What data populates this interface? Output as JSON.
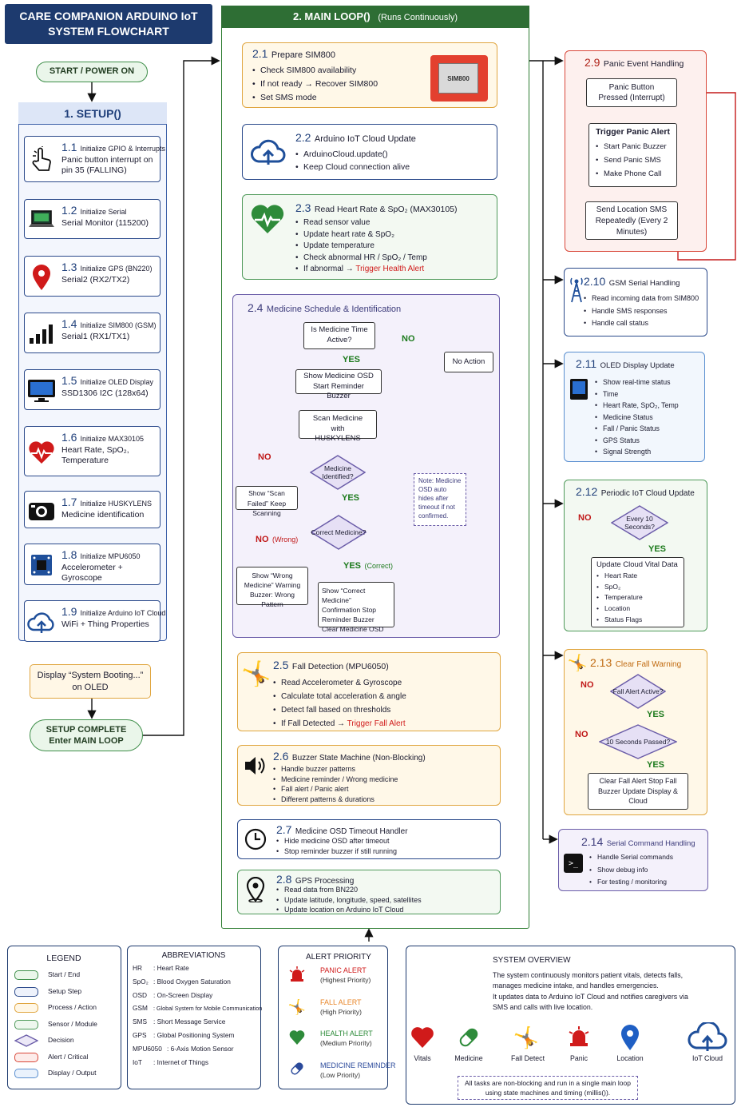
{
  "title": {
    "line1": "CARE COMPANION ARDUINO IoT",
    "line2": "SYSTEM FLOWCHART"
  },
  "start": "START / POWER ON",
  "setup": {
    "title": "1.  SETUP()",
    "steps": [
      {
        "num": "1.1",
        "head": "Initialize GPIO & Interrupts",
        "body": "Panic button interrupt on pin 35 (FALLING)"
      },
      {
        "num": "1.2",
        "head": "Initialize Serial",
        "body": "Serial Monitor (115200)"
      },
      {
        "num": "1.3",
        "head": "Initialize GPS (BN220)",
        "body": "Serial2 (RX2/TX2)"
      },
      {
        "num": "1.4",
        "head": "Initialize SIM800 (GSM)",
        "body": "Serial1 (RX1/TX1)"
      },
      {
        "num": "1.5",
        "head": "Initialize OLED Display",
        "body": "SSD1306 I2C (128x64)"
      },
      {
        "num": "1.6",
        "head": "Initialize MAX30105",
        "body": "Heart Rate, SpO₂, Temperature"
      },
      {
        "num": "1.7",
        "head": "Initialize HUSKYLENS",
        "body": "Medicine identification"
      },
      {
        "num": "1.8",
        "head": "Initialize MPU6050",
        "body": "Accelerometer + Gyroscope"
      },
      {
        "num": "1.9",
        "head": "Initialize Arduino IoT Cloud",
        "body": "WiFi + Thing Properties"
      }
    ],
    "booting": "Display “System Booting...” on OLED",
    "complete": "SETUP COMPLETE Enter MAIN LOOP"
  },
  "main": {
    "title": "2. MAIN LOOP()",
    "subtitle": "(Runs Continuously)",
    "s21": {
      "num": "2.1",
      "head": "Prepare SIM800",
      "items": [
        "Check SIM800 availability",
        "If not ready → Recover SIM800",
        "Set SMS mode"
      ],
      "chip": "SIM800"
    },
    "s22": {
      "num": "2.2",
      "head": "Arduino IoT Cloud Update",
      "items": [
        "ArduinoCloud.update()",
        "Keep Cloud connection alive"
      ]
    },
    "s23": {
      "num": "2.3",
      "head": "Read Heart Rate & SpO₂ (MAX30105)",
      "items": [
        "Read sensor value",
        "Update heart rate & SpO₂",
        "Update temperature",
        "Check abnormal HR / SpO₂ / Temp"
      ],
      "alert_pre": "If abnormal →",
      "alert": "Trigger Health Alert"
    },
    "s24": {
      "num": "2.4",
      "head": "Medicine Schedule & Identification",
      "q1": "Is Medicine Time Active?",
      "yes": "YES",
      "no": "NO",
      "no_action": "No Action",
      "show_osd": "Show Medicine OSD Start Reminder Buzzer",
      "scan": "Scan Medicine with HUSKYLENS",
      "q2": "Medicine Identified?",
      "scan_failed": "Show “Scan Failed” Keep Scanning",
      "note": "Note: Medicine OSD auto hides after timeout if not confirmed.",
      "q3": "Correct Medicine?",
      "no_wrong": "NO",
      "wrong_tag": "(Wrong)",
      "yes_correct": "YES",
      "correct_tag": "(Correct)",
      "wrong": "Show “Wrong Medicine” Warning Buzzer: Wrong Pattern",
      "correct": "Show “Correct Medicine” Confirmation Stop Reminder Buzzer Clear Medicine OSD"
    },
    "s25": {
      "num": "2.5",
      "head": "Fall Detection (MPU6050)",
      "items": [
        "Read Accelerometer & Gyroscope",
        "Calculate total acceleration & angle",
        "Detect fall based on thresholds"
      ],
      "alert_pre": "If Fall Detected →",
      "alert": "Trigger Fall Alert"
    },
    "s26": {
      "num": "2.6",
      "head": "Buzzer State Machine (Non-Blocking)",
      "items": [
        "Handle buzzer patterns",
        "Medicine reminder / Wrong medicine",
        "Fall alert / Panic alert",
        "Different patterns & durations"
      ]
    },
    "s27": {
      "num": "2.7",
      "head": "Medicine OSD Timeout Handler",
      "items": [
        "Hide medicine OSD after timeout",
        "Stop reminder buzzer if still running"
      ]
    },
    "s28": {
      "num": "2.8",
      "head": "GPS Processing",
      "items": [
        "Read data from BN220",
        "Update latitude, longitude, speed, satellites",
        "Update location on Arduino IoT Cloud"
      ]
    }
  },
  "right": {
    "s29": {
      "num": "2.9",
      "head": "Panic Event Handling",
      "b1": "Panic Button Pressed (Interrupt)",
      "b2_head": "Trigger Panic Alert",
      "b2_items": [
        "Start Panic Buzzer",
        "Send Panic SMS",
        "Make Phone Call"
      ],
      "b3": "Send Location SMS Repeatedly (Every 2 Minutes)"
    },
    "s210": {
      "num": "2.10",
      "head": "GSM Serial Handling",
      "items": [
        "Read incoming data from SIM800",
        "Handle SMS responses",
        "Handle call status"
      ]
    },
    "s211": {
      "num": "2.11",
      "head": "OLED Display Update",
      "items": [
        "Show real-time status",
        "Time",
        "Heart Rate, SpO₂, Temp",
        "Medicine Status",
        "Fall / Panic Status",
        "GPS Status",
        "Signal Strength"
      ]
    },
    "s212": {
      "num": "2.12",
      "head": "Periodic IoT Cloud Update",
      "q": "Every 10 Seconds?",
      "no": "NO",
      "yes": "YES",
      "b_head": "Update Cloud Vital Data",
      "items": [
        "Heart Rate",
        "SpO₂",
        "Temperature",
        "Location",
        "Status Flags"
      ]
    },
    "s213": {
      "num": "2.13",
      "head": "Clear Fall Warning",
      "q1": "Fall Alert Active?",
      "q2": "10 Seconds Passed?",
      "no": "NO",
      "yes": "YES",
      "b": "Clear Fall Alert Stop Fall Buzzer Update Display & Cloud"
    },
    "s214": {
      "num": "2.14",
      "head": "Serial Command Handling",
      "items": [
        "Handle Serial commands",
        "Show debug info",
        "For testing / monitoring"
      ]
    }
  },
  "legend": {
    "title": "LEGEND",
    "items": [
      {
        "label": "Start / End",
        "border": "#3f8f4a",
        "fill": "#eaf6ea"
      },
      {
        "label": "Setup Step",
        "border": "#2b4a8b",
        "fill": "#eef2fb"
      },
      {
        "label": "Process / Action",
        "border": "#e0a640",
        "fill": "#fff7e6"
      },
      {
        "label": "Sensor / Module",
        "border": "#4f9a5a",
        "fill": "#eef7ee"
      },
      {
        "label": "Decision",
        "border": "#6a5ca8",
        "fill": "#ece8f7"
      },
      {
        "label": "Alert / Critical",
        "border": "#d9483a",
        "fill": "#fdecea"
      },
      {
        "label": "Display / Output",
        "border": "#5a8fd0",
        "fill": "#eaf2fc"
      }
    ]
  },
  "abbr": {
    "title": "ABBREVIATIONS",
    "items": [
      {
        "k": "HR",
        "v": ": Heart Rate"
      },
      {
        "k": "SpO₂",
        "v": ": Blood Oxygen Saturation"
      },
      {
        "k": "OSD",
        "v": ": On-Screen Display"
      },
      {
        "k": "GSM",
        "v": ": Global System for Mobile Communication"
      },
      {
        "k": "SMS",
        "v": ": Short Message Service"
      },
      {
        "k": "GPS",
        "v": ": Global Positioning System"
      },
      {
        "k": "MPU6050",
        "v": ": 6-Axis Motion Sensor"
      },
      {
        "k": "IoT",
        "v": ": Internet of Things"
      }
    ]
  },
  "priority": {
    "title": "ALERT PRIORITY",
    "items": [
      {
        "name": "PANIC ALERT",
        "level": "(Highest Priority)",
        "color": "#d01a1a"
      },
      {
        "name": "FALL ALERT",
        "level": "(High Priority)",
        "color": "#e8862a"
      },
      {
        "name": "HEALTH ALERT",
        "level": "(Medium Priority)",
        "color": "#2e8b3a"
      },
      {
        "name": "MEDICINE REMINDER",
        "level": "(Low Priority)",
        "color": "#2b4a9b"
      }
    ]
  },
  "overview": {
    "title": "SYSTEM OVERVIEW",
    "text1": "The system continuously monitors patient vitals, detects falls, manages medicine intake, and handles emergencies.",
    "text2": "It updates data to Arduino IoT Cloud and notifies caregivers via SMS and calls with live location.",
    "flow": [
      "Vitals",
      "Medicine",
      "Fall Detect",
      "Panic",
      "Location",
      "IoT Cloud"
    ],
    "footer": "All tasks are non-blocking and run in a single main loop using state machines and timing (millis())."
  }
}
